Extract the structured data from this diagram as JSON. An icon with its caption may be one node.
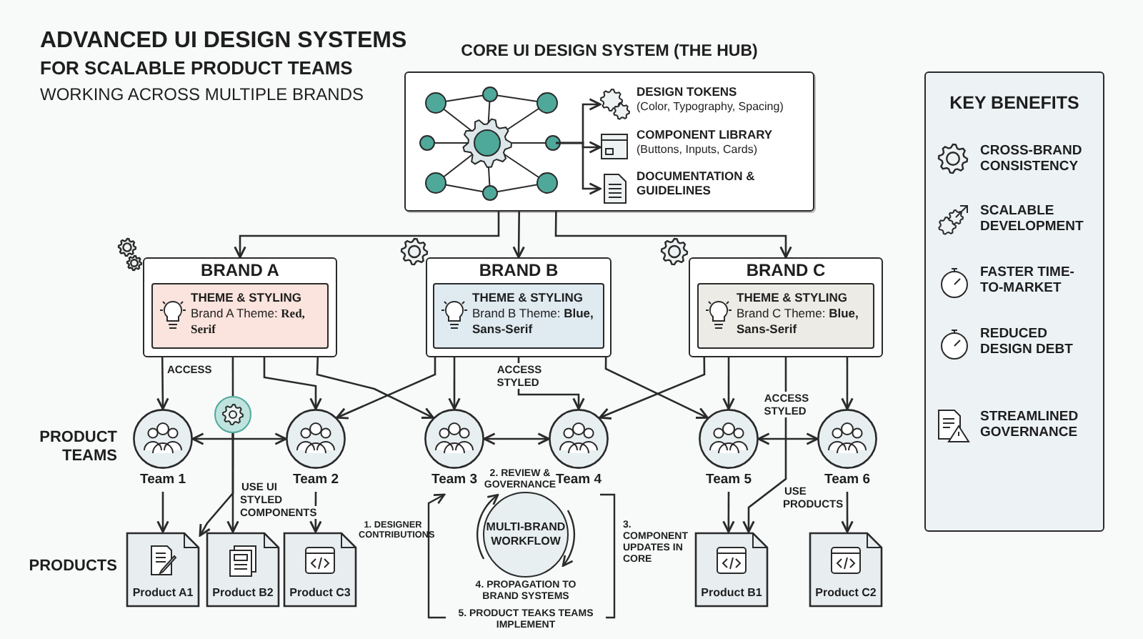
{
  "diagram": {
    "title": "ADVANCED UI DESIGN SYSTEMS",
    "nodes": [
      {
        "text": [
          "CORE UI DESIGN SYSTEM (THE HUB)"
        ]
      },
      {
        "text": [],
        "shape": "picture",
        "in": 0
      },
      {
        "text": [
          "DESIGN TOKENS",
          "(Color, Typography, Spacing)"
        ],
        "in": 0
      },
      {
        "text": [
          "COMPONENT LIBRARY",
          "(Buttons, Inputs, Cards)"
        ],
        "in": 0
      },
      {
        "text": [
          "DOCUMENTATION & GUIDELINES"
        ],
        "in": 0
      },
      {
        "text": [
          "KEY BENEFITS"
        ]
      },
      {
        "text": [
          "BRAND A"
        ]
      },
      {
        "text": [
          "THEME & STYLING",
          "Brand A Theme: **Red, Serif**"
        ],
        "in": 6
      },
      {
        "text": [
          "BRAND B"
        ]
      },
      {
        "text": [
          "THEME & STYLING",
          "Brand B Theme: **Blue, Sans-Serif**"
        ],
        "in": 8
      },
      {
        "text": [
          "BRAND C"
        ]
      },
      {
        "text": [
          "THEME & STYLING",
          "Brand C Theme: **Blue, Sans-Serif**"
        ],
        "in": 10
      },
      {
        "text": [
          "Team 1"
        ]
      },
      {
        "text": [],
        "shape": "circle"
      },
      {
        "text": [
          "Team 2"
        ]
      },
      {
        "text": [
          "Team 3"
        ]
      },
      {
        "text": [
          "Team 4"
        ]
      },
      {
        "text": [
          "Team 5"
        ]
      },
      {
        "text": [
          "Team 6"
        ]
      },
      {
        "text": [
          "MULTI-BRAND WORKFLOW"
        ]
      },
      {
        "text": [
          "Product A1"
        ]
      },
      {
        "text": [
          "Product B2"
        ]
      },
      {
        "text": [
          "Product C3"
        ]
      },
      {
        "text": [
          "Product B1"
        ]
      },
      {
        "text": [
          "Product C2"
        ]
      }
    ],
    "edges": [
      {
        "from": 1,
        "to": 2,
        "arrow": "to"
      },
      {
        "from": 1,
        "to": 3,
        "arrow": "to"
      },
      {
        "from": 1,
        "to": 4,
        "arrow": "to"
      },
      {
        "from": 0,
        "to": 6,
        "arrow": "to"
      },
      {
        "from": 0,
        "to": 8,
        "arrow": "to"
      },
      {
        "from": 0,
        "to": 10,
        "arrow": "to"
      },
      {
        "from": 6,
        "to": 12,
        "arrow": "to",
        "label": "ACCESS"
      },
      {
        "from": 6,
        "to": 13,
        "arrow": "none"
      },
      {
        "from": 13,
        "to": 12,
        "arrow": "to"
      },
      {
        "from": 13,
        "to": 14,
        "arrow": "to"
      },
      {
        "from": 6,
        "to": 14,
        "arrow": "to"
      },
      {
        "from": 6,
        "to": 15,
        "arrow": "to"
      },
      {
        "from": 8,
        "to": 14,
        "arrow": "to"
      },
      {
        "from": 8,
        "to": 15,
        "arrow": "to"
      },
      {
        "from": 8,
        "to": 16,
        "arrow": "to",
        "label": "ACCESS STYLED"
      },
      {
        "from": 8,
        "to": 17,
        "arrow": "to"
      },
      {
        "from": 10,
        "to": 16,
        "arrow": "to"
      },
      {
        "from": 10,
        "to": 17,
        "arrow": "to"
      },
      {
        "from": 10,
        "to": 18,
        "arrow": "to"
      },
      {
        "from": 10,
        "to": 23,
        "arrow": "to",
        "label": "ACCESS STYLED"
      },
      {
        "from": 15,
        "to": 16,
        "arrow": "both"
      },
      {
        "from": 17,
        "to": 18,
        "arrow": "both"
      },
      {
        "from": 12,
        "to": 20,
        "arrow": "to"
      },
      {
        "from": 13,
        "to": 20,
        "arrow": "to"
      },
      {
        "from": 13,
        "to": 21,
        "arrow": "to",
        "label": "USE UI STYLED COMPONENTS"
      },
      {
        "from": 14,
        "to": 22,
        "arrow": "to"
      },
      {
        "from": 17,
        "to": 23,
        "arrow": "to"
      },
      {
        "from": 18,
        "to": 24,
        "arrow": "to",
        "label": "USE PRODUCTS"
      }
    ],
    "labels": [
      "FOR SCALABLE PRODUCT TEAMS",
      "WORKING ACROSS MULTIPLE BRANDS",
      "CROSS-BRAND CONSISTENCY",
      "SCALABLE DEVELOPMENT",
      "FASTER TIME-TO-MARKET",
      "REDUCED DESIGN DEBT",
      "STREAMLINED GOVERNANCE",
      "PRODUCT TEAMS",
      "2. REVIEW & GOVERNANCE",
      "1. DESIGNER CONTRIBUTIONS",
      "3. COMPONENT UPDATES IN CORE",
      "4. PROPAGATION TO BRAND SYSTEMS",
      "PRODUCTS",
      "5. PRODUCT TEAKS TEAMS IMPLEMENT"
    ]
  }
}
